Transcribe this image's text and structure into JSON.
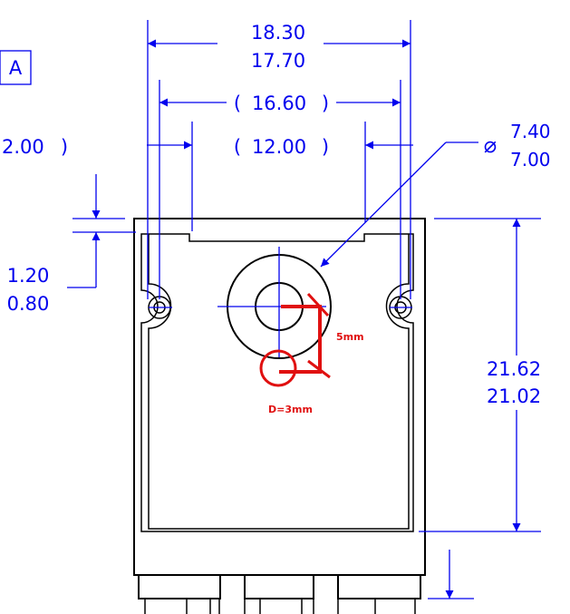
{
  "datum_label": "A",
  "dimensions": {
    "overall_width_max": "18.30",
    "overall_width_min": "17.70",
    "hole_spacing_ref": "16.60",
    "inner_width_ref": "12.00",
    "left_partial_ref": "2.00",
    "thickness_max": "1.20",
    "thickness_min": "0.80",
    "hole_diameter_max": "7.40",
    "hole_diameter_min": "7.00",
    "height_max": "21.62",
    "height_min": "21.02"
  },
  "annotations": {
    "offset_label": "5mm",
    "diameter_label": "D=3mm"
  },
  "symbols": {
    "diameter": "⌀",
    "paren_open": "(",
    "paren_close": ")"
  },
  "colors": {
    "dimension": "#0000ee",
    "outline": "#000000",
    "markup": "#e01010"
  }
}
